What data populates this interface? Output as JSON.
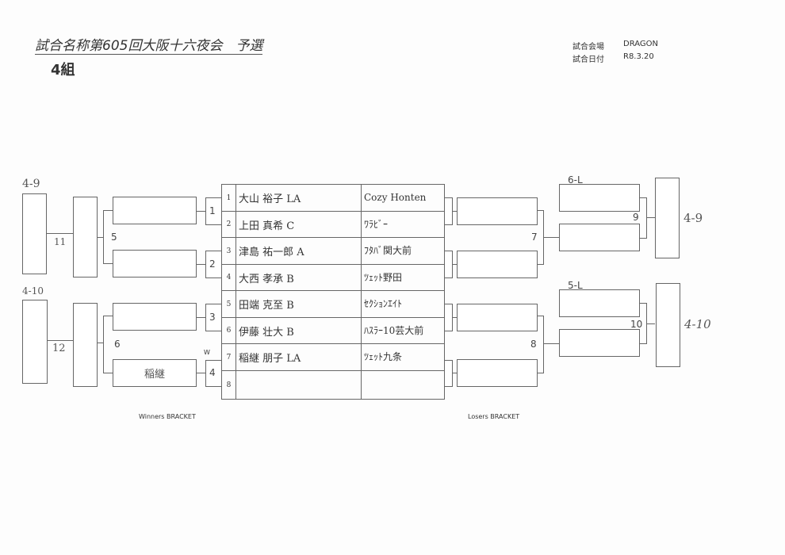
{
  "header": {
    "title": "試合名称第605回大阪十六夜会　予選",
    "group": "4組",
    "venue_label": "試合会場",
    "venue": "DRAGON",
    "date_label": "試合日付",
    "date": "R8.3.20"
  },
  "entries": [
    {
      "seed": "1",
      "name": "大山 裕子 LA",
      "team": "Cozy Honten"
    },
    {
      "seed": "2",
      "name": "上田 真希 C",
      "team": "ﾜﾗﾋﾞｰ"
    },
    {
      "seed": "3",
      "name": "津島 祐一郎 A",
      "team": "ﾌﾀﾊﾞ関大前"
    },
    {
      "seed": "4",
      "name": "大西 孝承 B",
      "team": "ﾂｪｯﾄ野田"
    },
    {
      "seed": "5",
      "name": "田端 克至 B",
      "team": "ｾｸｼｮﾝｴｲﾄ"
    },
    {
      "seed": "6",
      "name": "伊藤 壮大 B",
      "team": "ﾊｽﾗｰ10芸大前"
    },
    {
      "seed": "7",
      "name": "稲継 朋子 LA",
      "team": "ﾂｪｯﾄ九条"
    },
    {
      "seed": "8",
      "name": "",
      "team": ""
    }
  ],
  "winners": {
    "label": "Winners BRACKET",
    "matches": [
      "1",
      "2",
      "3",
      "4",
      "5",
      "6",
      "11",
      "12"
    ],
    "walkover": "W",
    "winner_m4": "稲継",
    "dest_top": "4-9",
    "dest_bottom": "4-10"
  },
  "losers": {
    "label": "Losers BRACKET",
    "matches": [
      "7",
      "8",
      "9",
      "10"
    ],
    "src_top": "6-L",
    "src_bottom": "5-L",
    "dest_top": "4-9",
    "dest_bottom": "4-10"
  }
}
